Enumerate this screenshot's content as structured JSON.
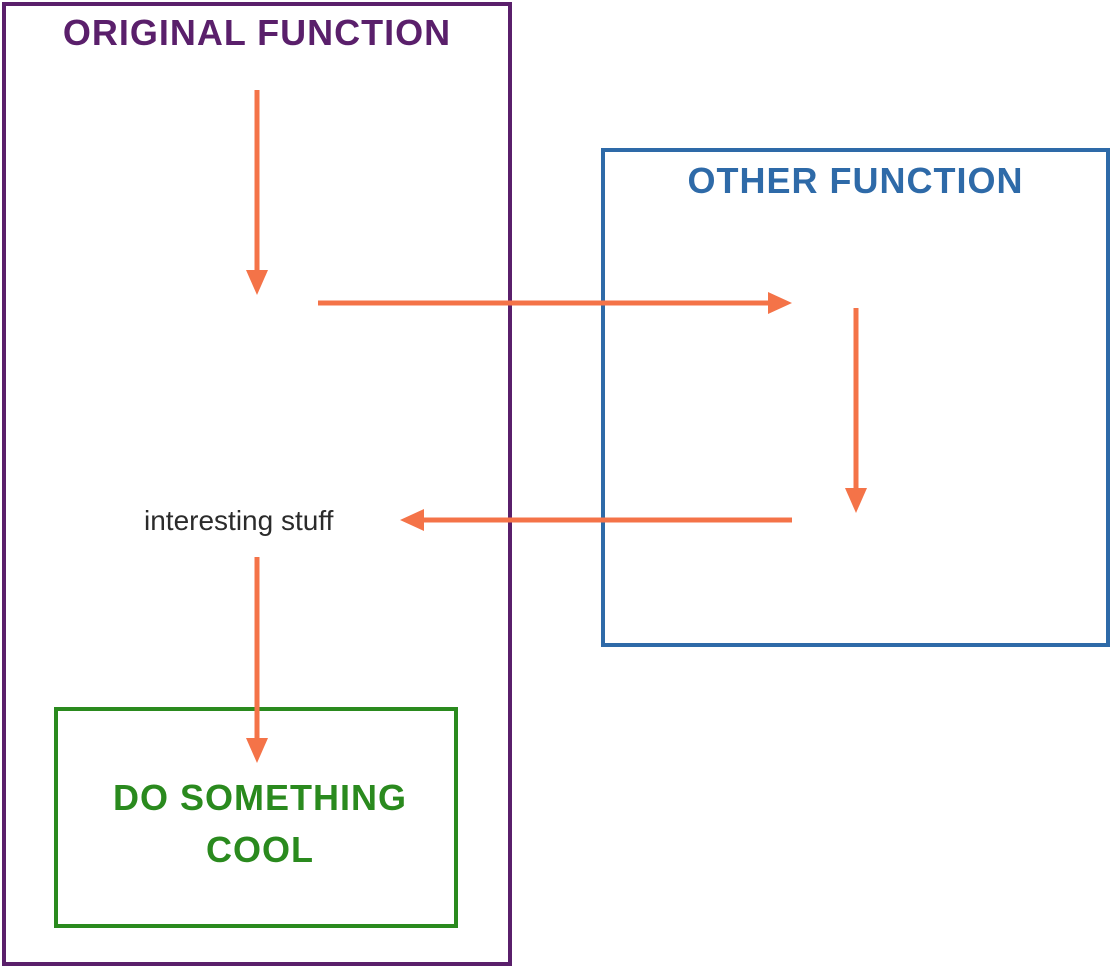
{
  "boxes": {
    "original_function": "ORIGINAL FUNCTION",
    "other_function": "OTHER FUNCTION",
    "do_something_cool_line1": "DO SOMETHING",
    "do_something_cool_line2": "COOL"
  },
  "labels": {
    "interesting_stuff": "interesting stuff"
  },
  "colors": {
    "original_border": "#5a1f6b",
    "other_border": "#2e6aa8",
    "cool_border": "#2a8a1e",
    "arrow": "#f47348",
    "label_text": "#2b2b2b"
  }
}
